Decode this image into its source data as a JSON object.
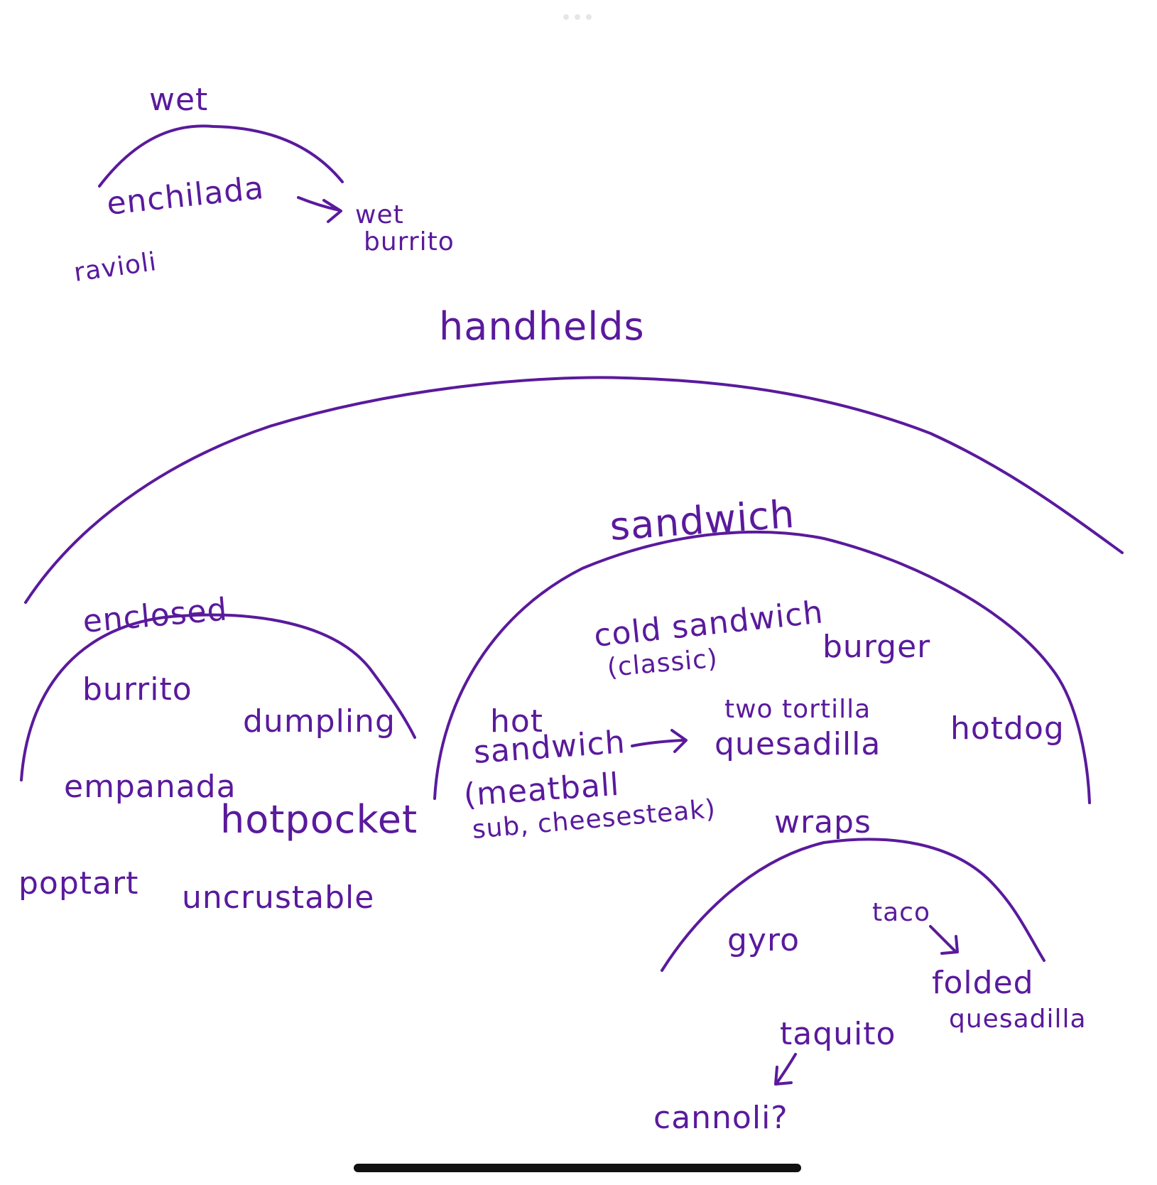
{
  "colors": {
    "ink": "#5a1a9c",
    "background": "#ffffff",
    "home_indicator": "#111111"
  },
  "labels": {
    "wet": "wet",
    "enchilada": "enchilada",
    "wet_burrito_line1": "wet",
    "wet_burrito_line2": "burrito",
    "ravioli": "ravioli",
    "handhelds": "handhelds",
    "sandwich": "sandwich",
    "enclosed": "enclosed",
    "burrito": "burrito",
    "dumpling": "dumpling",
    "empanada": "empanada",
    "hotpocket": "hotpocket",
    "poptart": "poptart",
    "uncrustable": "uncrustable",
    "cold_sandwich_line1": "cold sandwich",
    "cold_sandwich_line2": "(classic)",
    "burger": "burger",
    "hot_sandwich_line1": "hot",
    "hot_sandwich_line2": "sandwich",
    "hot_sandwich_line3": "(meatball",
    "hot_sandwich_line4": "sub, cheesesteak)",
    "two_tortilla_line1": "two tortilla",
    "two_tortilla_line2": "quesadilla",
    "hotdog": "hotdog",
    "wraps": "wraps",
    "gyro": "gyro",
    "taco": "taco",
    "folded_line1": "folded",
    "folded_line2": "quesadilla",
    "taquito": "taquito",
    "cannoli": "cannoli?"
  }
}
